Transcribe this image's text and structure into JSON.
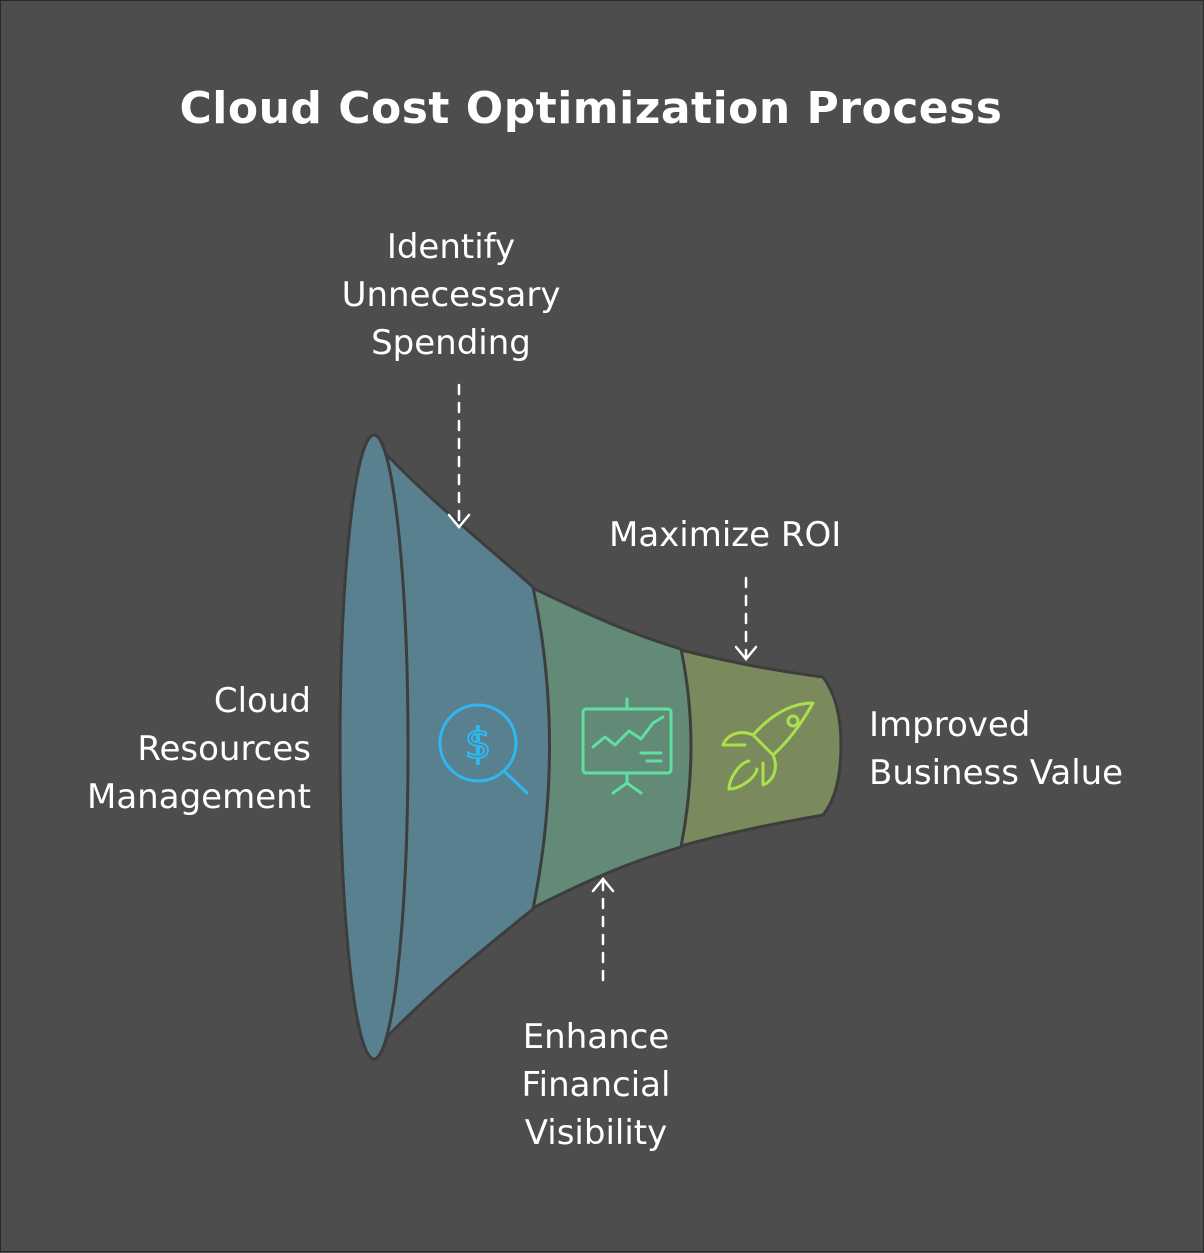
{
  "title": "Cloud Cost Optimization Process",
  "labels": {
    "identify": [
      "Identify",
      "Unnecessary",
      "Spending"
    ],
    "roi": [
      "Maximize ROI"
    ],
    "cloud": [
      "Cloud",
      "Resources",
      "Management"
    ],
    "improved": [
      "Improved",
      "Business Value"
    ],
    "enhance": [
      "Enhance",
      "Financial",
      "Visibility"
    ]
  },
  "colors": {
    "background": "#4d4d4d",
    "segment1": "#59808f",
    "segment2": "#638a76",
    "segment3": "#7a8a5c",
    "icon1": "#2fb8ef",
    "icon2": "#5fe0a0",
    "icon3": "#a9e04c"
  },
  "icons": {
    "segment1": "dollar-search-icon",
    "segment2": "chart-board-icon",
    "segment3": "rocket-icon"
  }
}
